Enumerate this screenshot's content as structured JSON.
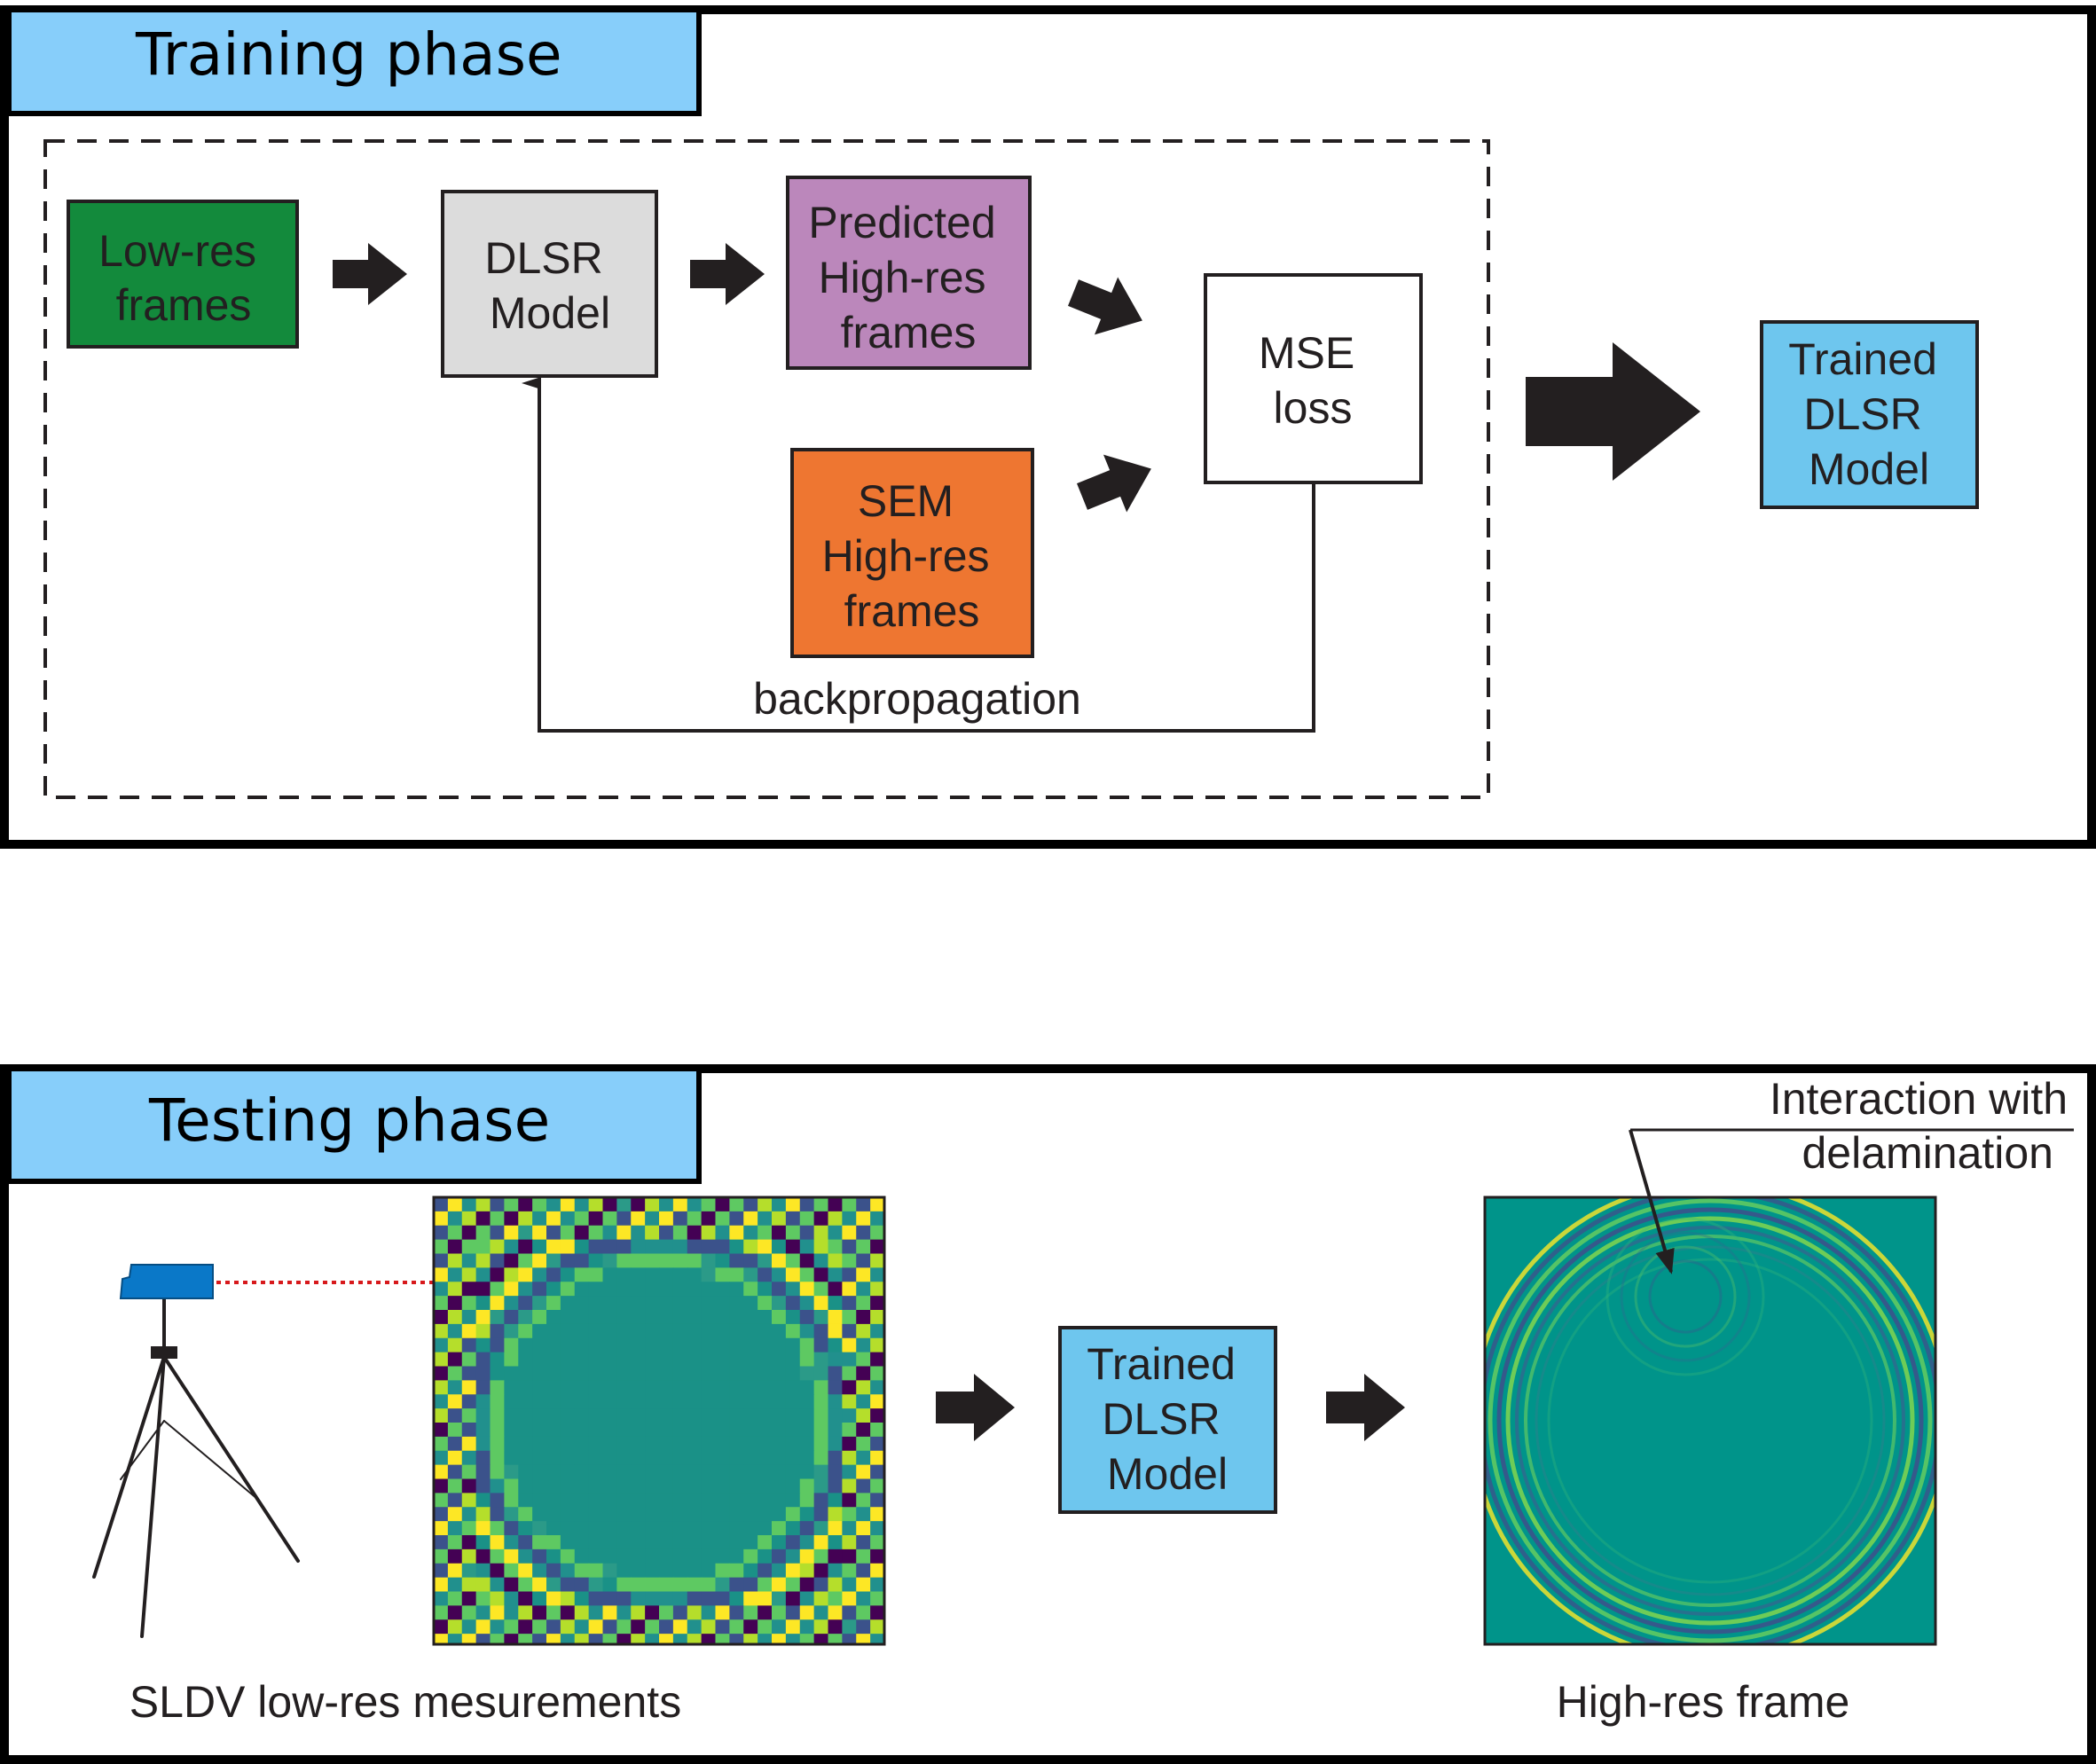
{
  "training": {
    "title": "Training phase",
    "low_res": [
      "Low-res",
      "frames"
    ],
    "dlsr": [
      "DLSR",
      "Model"
    ],
    "predicted": [
      "Predicted",
      "High-res",
      "frames"
    ],
    "sem": [
      "SEM",
      "High-res",
      "frames"
    ],
    "mse": [
      "MSE",
      "loss"
    ],
    "trained": [
      "Trained",
      "DLSR",
      "Model"
    ],
    "backprop": "backpropagation"
  },
  "testing": {
    "title": "Testing phase",
    "trained": [
      "Trained",
      "DLSR",
      "Model"
    ],
    "sldv_caption": "SLDV low-res mesurements",
    "highres_caption": "High-res frame",
    "annotation": [
      "Interaction with",
      "delamination"
    ]
  },
  "colors": {
    "header_bg": "#87cefa",
    "low_res": "#138a3c",
    "dlsr": "#dcdcdc",
    "predicted": "#bb87bb",
    "sem": "#ee7631",
    "trained": "#6ec6ee",
    "arrow": "#231f20",
    "laser": "#d7191c",
    "laser_head": "#0a78c8",
    "field_bg": "#00948a"
  }
}
